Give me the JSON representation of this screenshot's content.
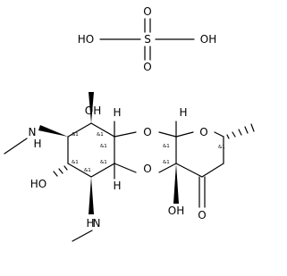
{
  "sulfuric_acid": {
    "S": "S",
    "O_top": "O",
    "O_bottom": "O",
    "HO_left": "HO",
    "OH_right": "OH"
  },
  "spectinomycin": {
    "OH_top": "OH",
    "OH_left": "HO",
    "OH_bottom": "OH",
    "O_ring_top": "O",
    "O_ring_top2": "O",
    "O_pyran": "O",
    "O_ring_bottom": "O",
    "O_ketone": "O",
    "H_top": "H",
    "H_top2": "H",
    "H_bottom": "H",
    "NH_upper": "N",
    "H_upper": "H",
    "NH_lower": "N",
    "H_lower": "H",
    "stereo_label": "&1"
  },
  "colors": {
    "line": "#000000",
    "background": "#ffffff"
  }
}
